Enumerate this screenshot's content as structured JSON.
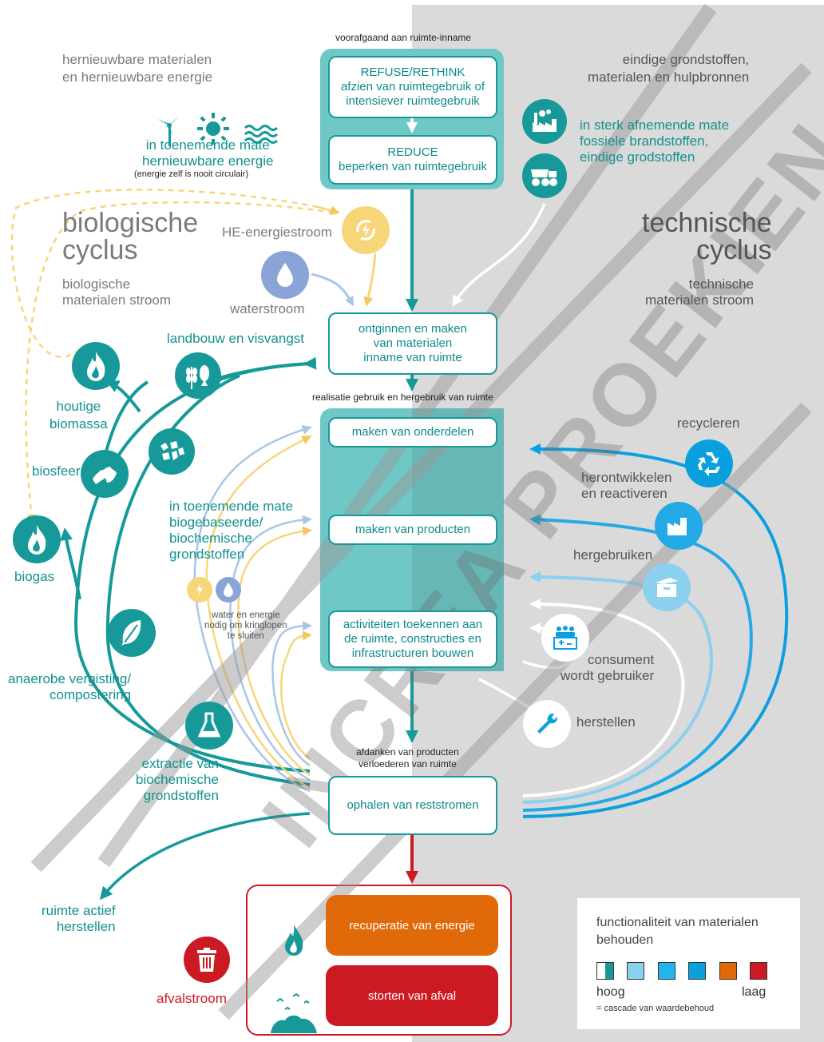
{
  "header": {
    "before": "voorafgaand aan ruimte-inname"
  },
  "left_top": {
    "renewable": "hernieuwbare materialen\nen hernieuwbare energie",
    "increasing": "in toenemende mate\nhernieuwbare energie",
    "note": "(energie zelf is nooit circulair)"
  },
  "right_top": {
    "finite": "eindige grondstoffen,\nmaterialen en hulpbronnen",
    "decreasing": "in sterk afnemende mate\nfossiele brandstoffen,\neindige grodstoffen"
  },
  "bio": {
    "title": "biologische\ncyclus",
    "sub": "biologische\nmaterialen stroom"
  },
  "tech": {
    "title": "technische\ncyclus",
    "sub": "technische\nmaterialen stroom"
  },
  "flows": {
    "energy": "HE-energiestroom",
    "water": "waterstroom"
  },
  "boxes": {
    "refuse": "REFUSE/RETHINK\nafzien van ruimtegebruik of\nintensiever ruimtegebruik",
    "reduce": "REDUCE\nbeperken van ruimtegebruik",
    "extract": "ontginnen en maken\nvan materialen\ninname van ruimte",
    "realisation": "realisatie gebruik en hergebruik van ruimte",
    "parts": "maken van onderdelen",
    "products": "maken van producten",
    "activities": "activiteiten toekennen aan\nde ruimte, constructies en\ninfrastructuren bouwen",
    "discard": "afdanken van producten\nverloederen van ruimte",
    "collect": "ophalen van reststromen",
    "energy_recovery": "recuperatie van energie",
    "landfill": "storten van afval"
  },
  "bio_labels": {
    "farming": "landbouw en visvangst",
    "woody": "houtige\nbiomassa",
    "biosphere": "biosfeer",
    "biogas": "biogas",
    "biobased": "in toenemende mate\nbiogebaseerde/\nbiochemische\ngrondstoffen",
    "water_energy": "water en energie\nnodig om kringlopen\nte sluiten",
    "anaerobic": "anaerobe vergisting/\ncompostering",
    "extraction": "extractie van\nbiochemische\ngrondstoffen",
    "restore": "ruimte actief\nherstellen",
    "waste": "afvalstroom"
  },
  "tech_labels": {
    "recycle": "recycleren",
    "redevelop": "herontwikkelen\nen reactiveren",
    "reuse": "hergebruiken",
    "consumer": "consument\nwordt gebruiker",
    "repair": "herstellen"
  },
  "legend": {
    "title": "functionaliteit van materialen\nbehouden",
    "high": "hoog",
    "low": "laag",
    "note": "= cascade van waardebehoud"
  },
  "watermark": "INCREA PROEKIEN",
  "colors": {
    "teal": "#17999a",
    "lightblue": "#8cd0f0",
    "blue": "#0aa0e0",
    "orange": "#e06a0a",
    "red": "#cc1a22",
    "yellow": "#f7d67a",
    "grey": "#d9d9d9"
  }
}
